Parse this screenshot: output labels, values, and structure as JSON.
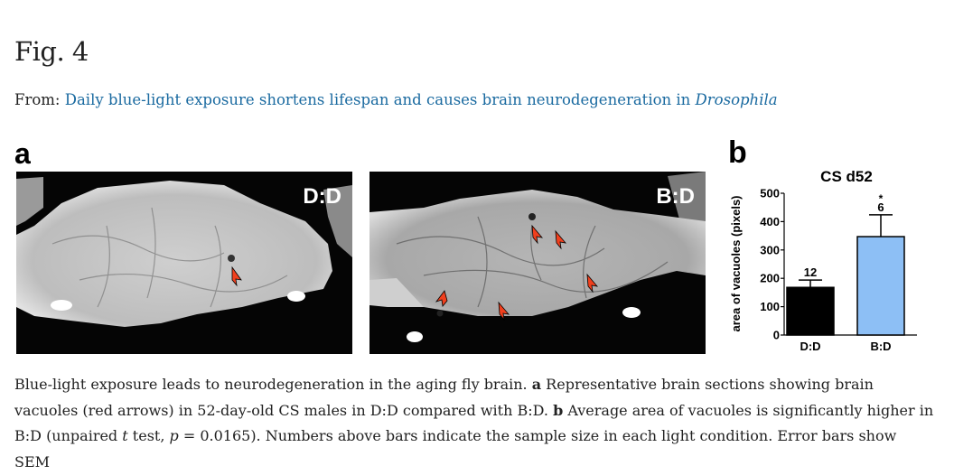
{
  "figure": {
    "title": "Fig. 4",
    "from_prefix": "From: ",
    "source_link_text": "Daily blue-light exposure shortens lifespan and causes brain neurodegeneration in ",
    "source_link_italic": "Drosophila",
    "link_color": "#1a6aa0"
  },
  "panel_a": {
    "letter": "a",
    "images": [
      {
        "label": "D:D",
        "arrows": 1
      },
      {
        "label": "B:D",
        "arrows": 5
      }
    ],
    "arrow_color": "#f0401e"
  },
  "panel_b": {
    "letter": "b"
  },
  "chart_data": {
    "type": "bar",
    "title": "CS d52",
    "xlabel": "",
    "ylabel": "area of vacuoles (pixels)",
    "categories": [
      "D:D",
      "B:D"
    ],
    "values": [
      168,
      347
    ],
    "error_upper": [
      194,
      424
    ],
    "sample_sizes": [
      "12",
      "6"
    ],
    "significance": [
      "",
      "*"
    ],
    "bar_colors": [
      "#000000",
      "#8dbff5"
    ],
    "yticks": [
      "0",
      "100",
      "200",
      "300",
      "400",
      "500"
    ],
    "ylim": [
      0,
      500
    ],
    "grid": false,
    "legend": null
  },
  "caption": {
    "s1": "Blue-light exposure leads to neurodegeneration in the aging fly brain. ",
    "a_bold": "a",
    "s2": " Representative brain sections showing brain vacuoles (red arrows) in 52-day-old CS males in D:D compared with B:D. ",
    "b_bold": "b",
    "s3": " Average area of vacuoles is significantly higher in B:D (unpaired ",
    "t_italic": "t",
    "s4": " test, ",
    "p_italic": "p",
    "s5": " = 0.0165). Numbers above bars indicate the sample size in each light condition. Error bars show SEM"
  }
}
